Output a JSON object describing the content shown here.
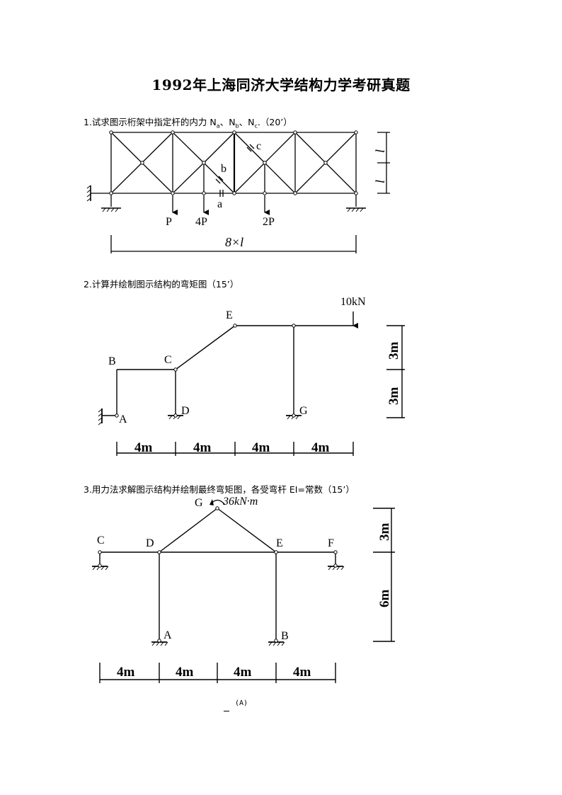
{
  "title": "1992年上海同济大学结构力学考研真题",
  "questions": [
    {
      "prefix": "1.试求图示桁架中指定杆的内力 N",
      "subs": [
        "a",
        "b",
        "c"
      ],
      "sep": "、",
      "suffix": ".（20’）",
      "figure": {
        "member_labels": [
          "a",
          "b",
          "c"
        ],
        "loads": [
          "P",
          "4P",
          "2P"
        ],
        "span_label": "8×l",
        "height_labels": [
          "l",
          "l"
        ]
      }
    },
    {
      "text": "2.计算并绘制图示结构的弯矩图（15’）",
      "figure": {
        "load": "10kN",
        "nodes": [
          "A",
          "B",
          "C",
          "D",
          "E",
          "G"
        ],
        "dims_x": [
          "4m",
          "4m",
          "4m",
          "4m"
        ],
        "dims_y": [
          "3m",
          "3m"
        ]
      }
    },
    {
      "text": "3.用力法求解图示结构并绘制最终弯矩图，各受弯杆 EI=常数（15’）",
      "figure": {
        "moment": "36kN·m",
        "nodes": [
          "A",
          "B",
          "C",
          "D",
          "E",
          "F",
          "G"
        ],
        "dims_x": [
          "4m",
          "4m",
          "4m",
          "4m"
        ],
        "dims_y": [
          "3m",
          "6m"
        ]
      }
    }
  ],
  "footer": "(A)"
}
